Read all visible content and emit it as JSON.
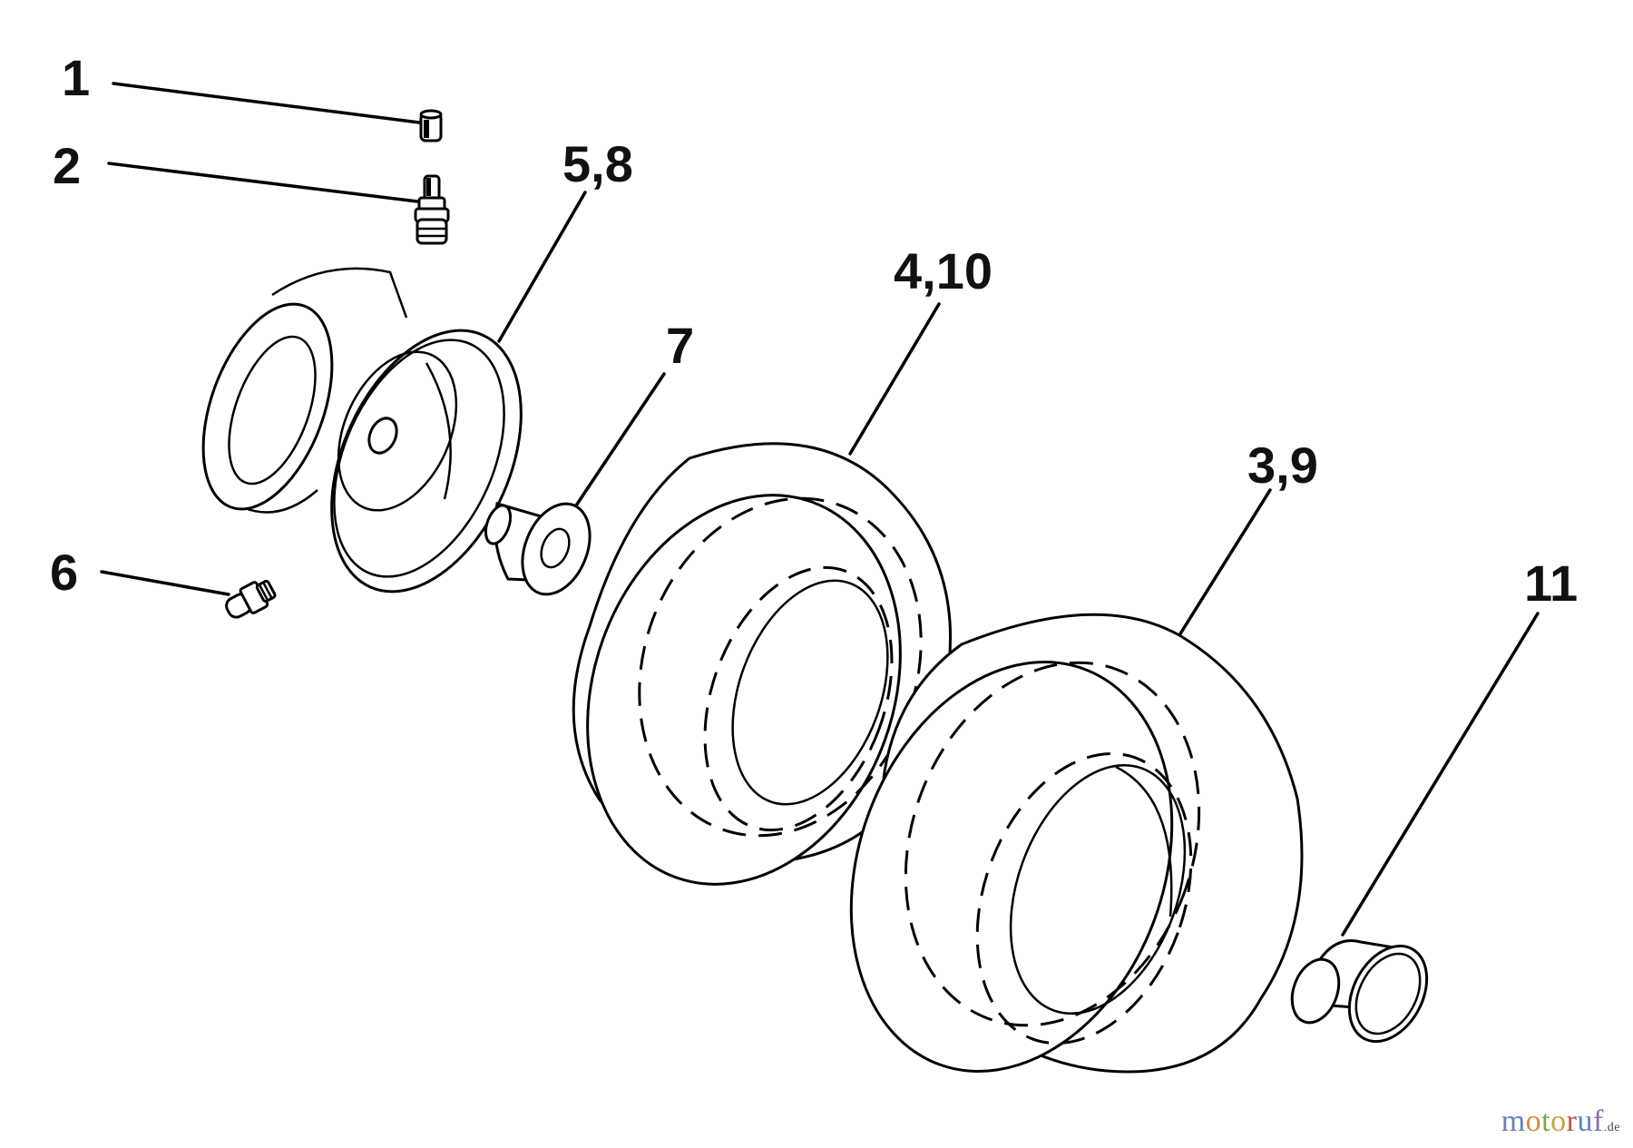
{
  "callouts": {
    "c1": "1",
    "c2": "2",
    "c58": "5,8",
    "c410": "4,10",
    "c7": "7",
    "c39": "3,9",
    "c6": "6",
    "c11": "11"
  },
  "watermark": {
    "letters": [
      {
        "ch": "m",
        "color": "#6a7fb8"
      },
      {
        "ch": "o",
        "color": "#d98a3a"
      },
      {
        "ch": "t",
        "color": "#7aa84a"
      },
      {
        "ch": "o",
        "color": "#c9a236"
      },
      {
        "ch": "r",
        "color": "#b8584a"
      },
      {
        "ch": "u",
        "color": "#5f86c2"
      },
      {
        "ch": "f",
        "color": "#8a6db0"
      }
    ],
    "tld": ".de"
  }
}
